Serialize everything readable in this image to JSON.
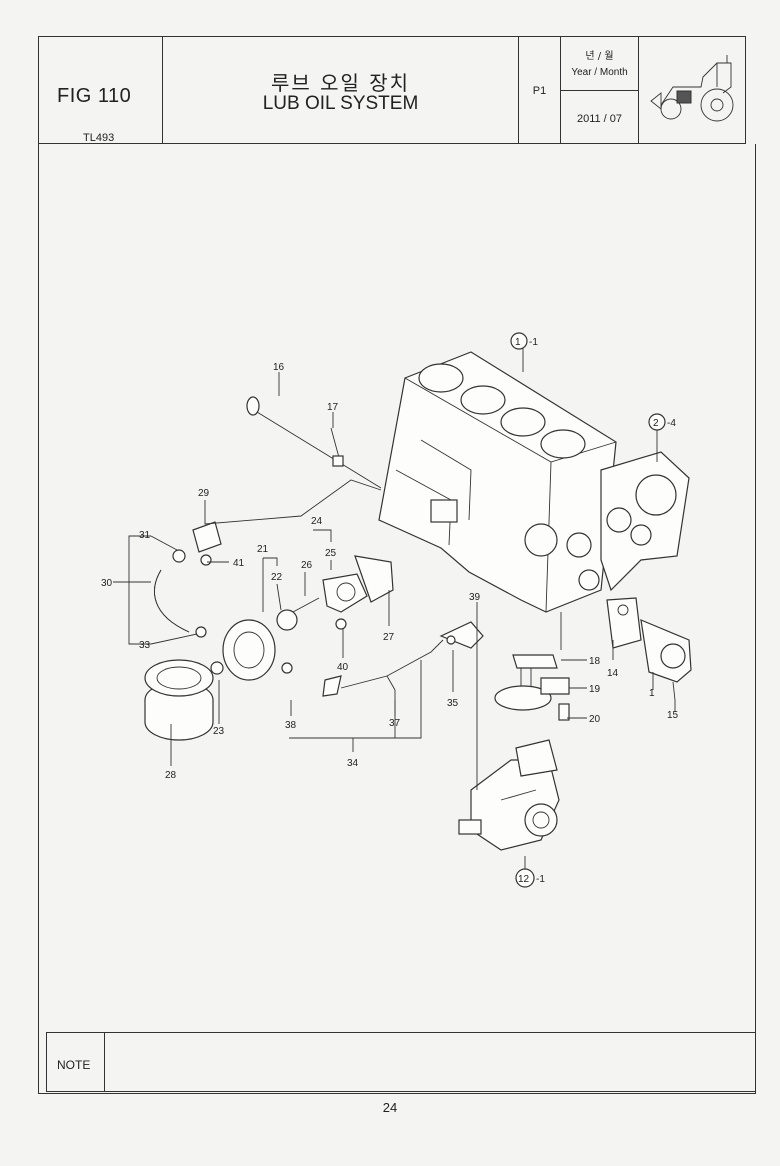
{
  "header": {
    "fig_no": "FIG 110",
    "model": "TL493",
    "title_ko": "루브 오일 장치",
    "title_en": "LUB OIL SYSTEM",
    "page_code": "P1",
    "year_month_ko": "년 / 월",
    "year_month_en": "Year / Month",
    "date": "2011 / 07"
  },
  "callouts": {
    "c1": "1",
    "c1s": "-1",
    "c2": "2",
    "c2s": "-4",
    "c12": "12",
    "c12s": "-1",
    "n1": "1",
    "n14": "14",
    "n15": "15",
    "n16": "16",
    "n17": "17",
    "n18": "18",
    "n19": "19",
    "n20": "20",
    "n21": "21",
    "n22": "22",
    "n23": "23",
    "n24": "24",
    "n25": "25",
    "n26": "26",
    "n27": "27",
    "n28": "28",
    "n29": "29",
    "n30": "30",
    "n31": "31",
    "n33": "33",
    "n34": "34",
    "n35": "35",
    "n37": "37",
    "n38": "38",
    "n39": "39",
    "n40": "40",
    "n41": "41"
  },
  "footer": {
    "note_label": "NOTE",
    "page_number": "24"
  }
}
